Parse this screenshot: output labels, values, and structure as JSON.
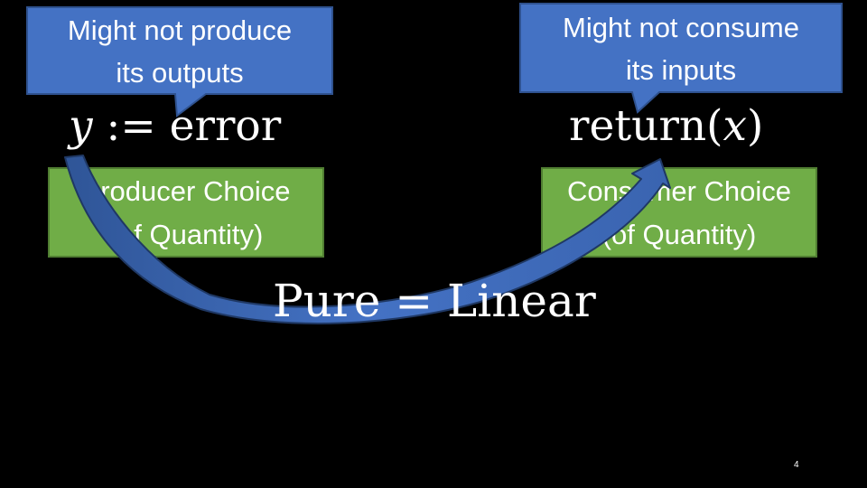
{
  "slide": {
    "callouts": {
      "producer": {
        "line1": "Might not produce",
        "line2": "its outputs"
      },
      "consumer": {
        "line1": "Might not consume",
        "line2": "its inputs"
      }
    },
    "formulas": {
      "assign": {
        "var": "y",
        "op": " := ",
        "word": "error"
      },
      "ret": {
        "word": "return(",
        "var": "x",
        "close": ")"
      },
      "main": "Pure = Linear"
    },
    "choices": {
      "producer": {
        "line1": "Producer Choice",
        "line2": "(of Quantity)"
      },
      "consumer": {
        "line1": "Consumer Choice",
        "line2": "(of Quantity)"
      }
    },
    "page_number": "4"
  },
  "colors": {
    "background": "#000000",
    "callout_fill": "#4472C4",
    "callout_stroke": "#2F528F",
    "choice_fill": "#70AD47",
    "choice_stroke": "#507E32",
    "arrow_fill": "#4472C4",
    "text": "#FFFFFF"
  }
}
